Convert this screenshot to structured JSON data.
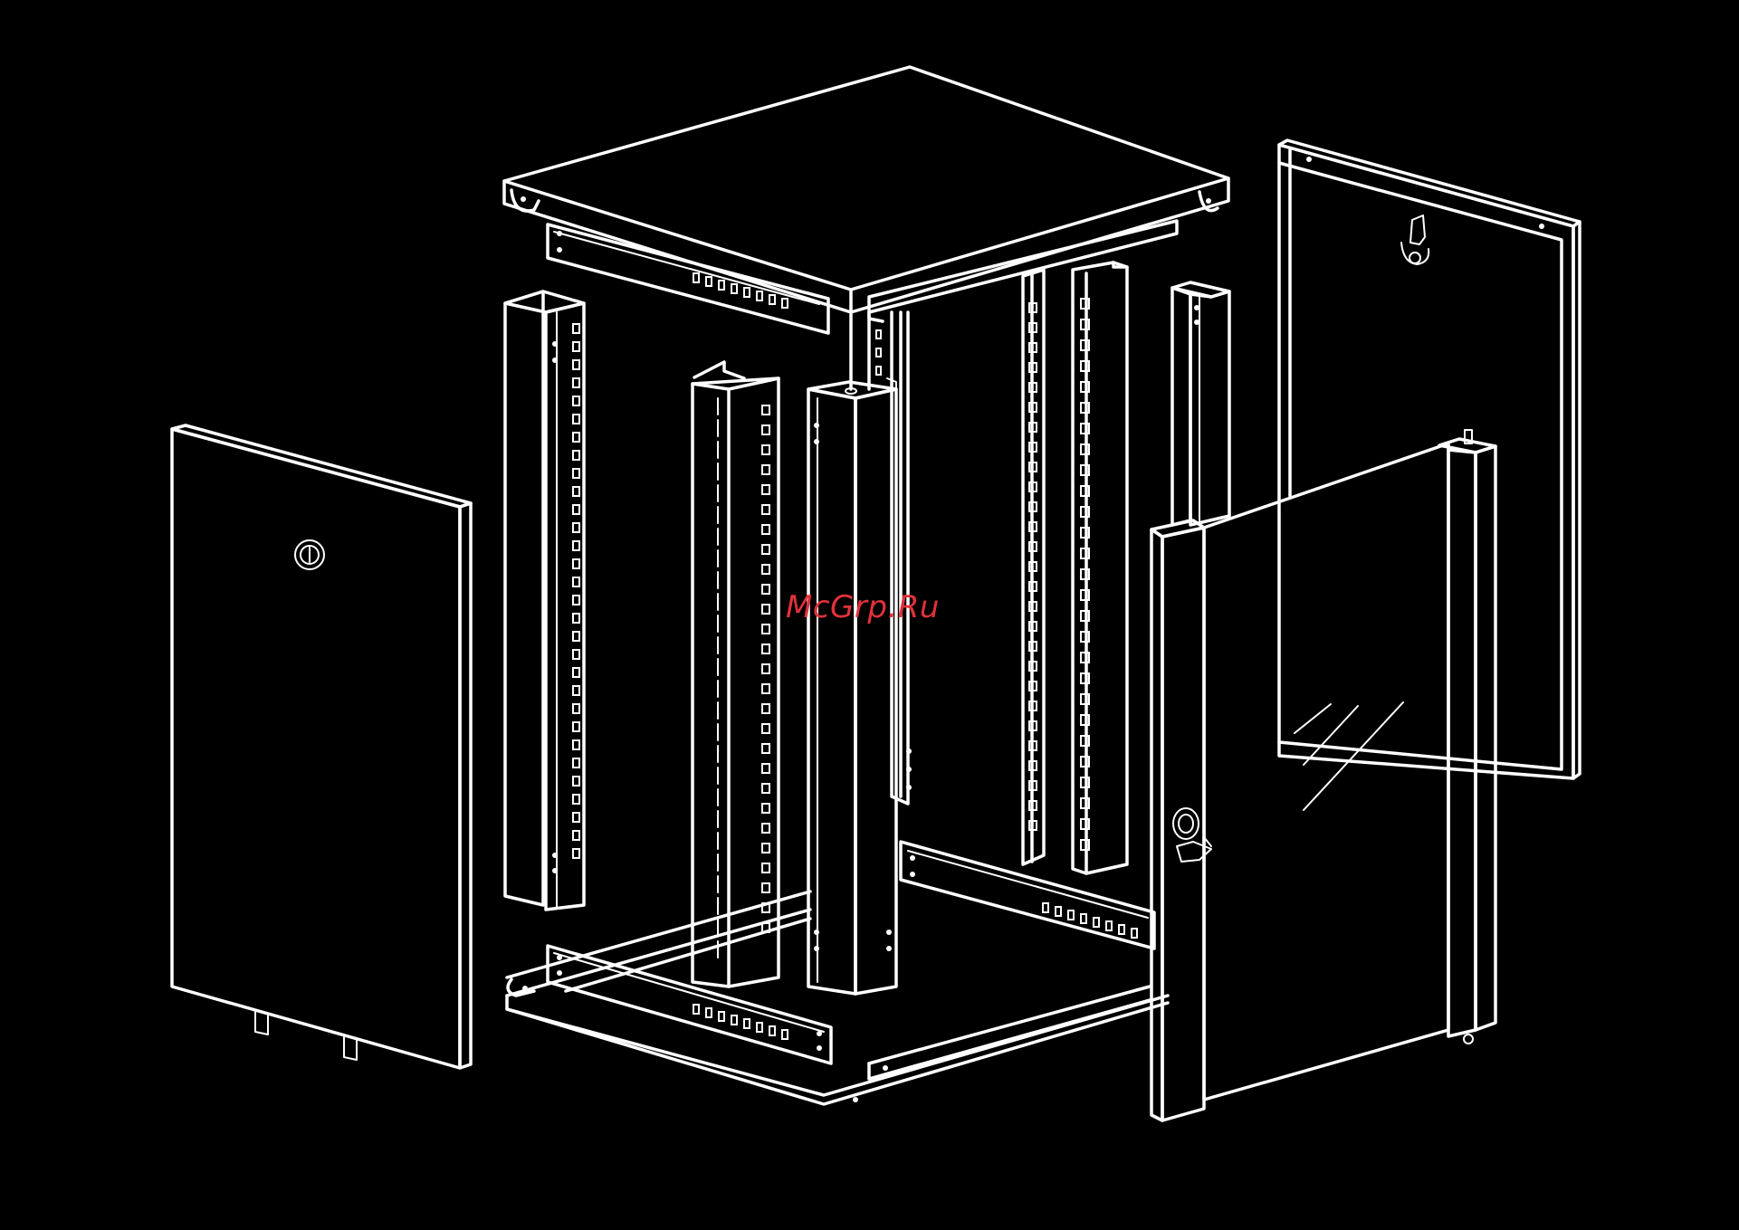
{
  "watermark": {
    "text": "McGrp.Ru",
    "color": "#e0313a"
  },
  "colors": {
    "background": "#000000",
    "line": "#ffffff"
  },
  "components": [
    {
      "name": "top-cover"
    },
    {
      "name": "left-side-panel",
      "icon": "lock-icon"
    },
    {
      "name": "right-rear-side-panel",
      "icon": "latch-icon"
    },
    {
      "name": "front-glass-door",
      "icon": "handle-lock-icon"
    },
    {
      "name": "vertical-mounting-rails"
    },
    {
      "name": "bottom-base-frame"
    }
  ]
}
